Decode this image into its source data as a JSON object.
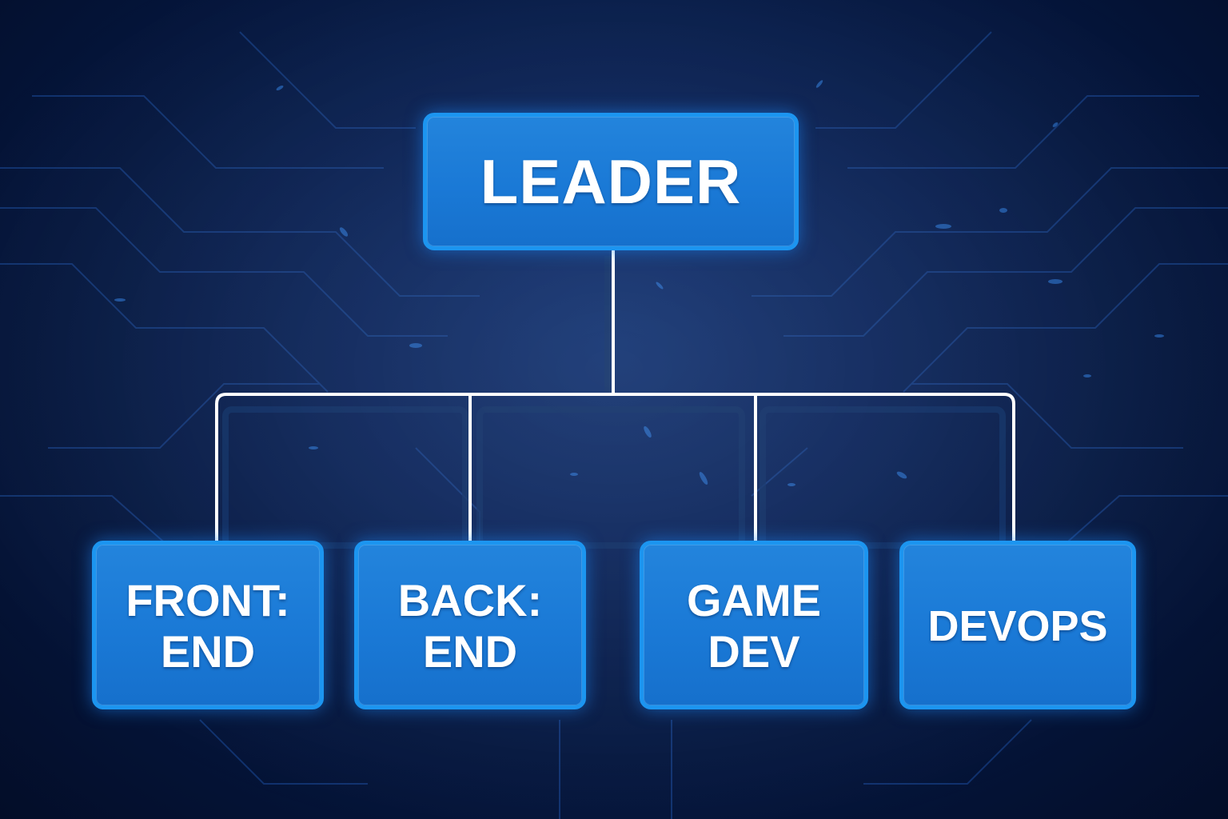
{
  "diagram": {
    "root": {
      "label": "LEADER"
    },
    "children": [
      {
        "lines": [
          "FRONT:",
          "END"
        ]
      },
      {
        "lines": [
          "BACK:",
          "END"
        ]
      },
      {
        "lines": [
          "GAME",
          "DEV"
        ]
      },
      {
        "lines": [
          "DEVOPS"
        ]
      }
    ]
  },
  "colors": {
    "background": "#05173f",
    "node_fill": "#1a79d6",
    "node_border": "#1c95f0",
    "connector": "#ffffff",
    "text": "#ffffff"
  }
}
